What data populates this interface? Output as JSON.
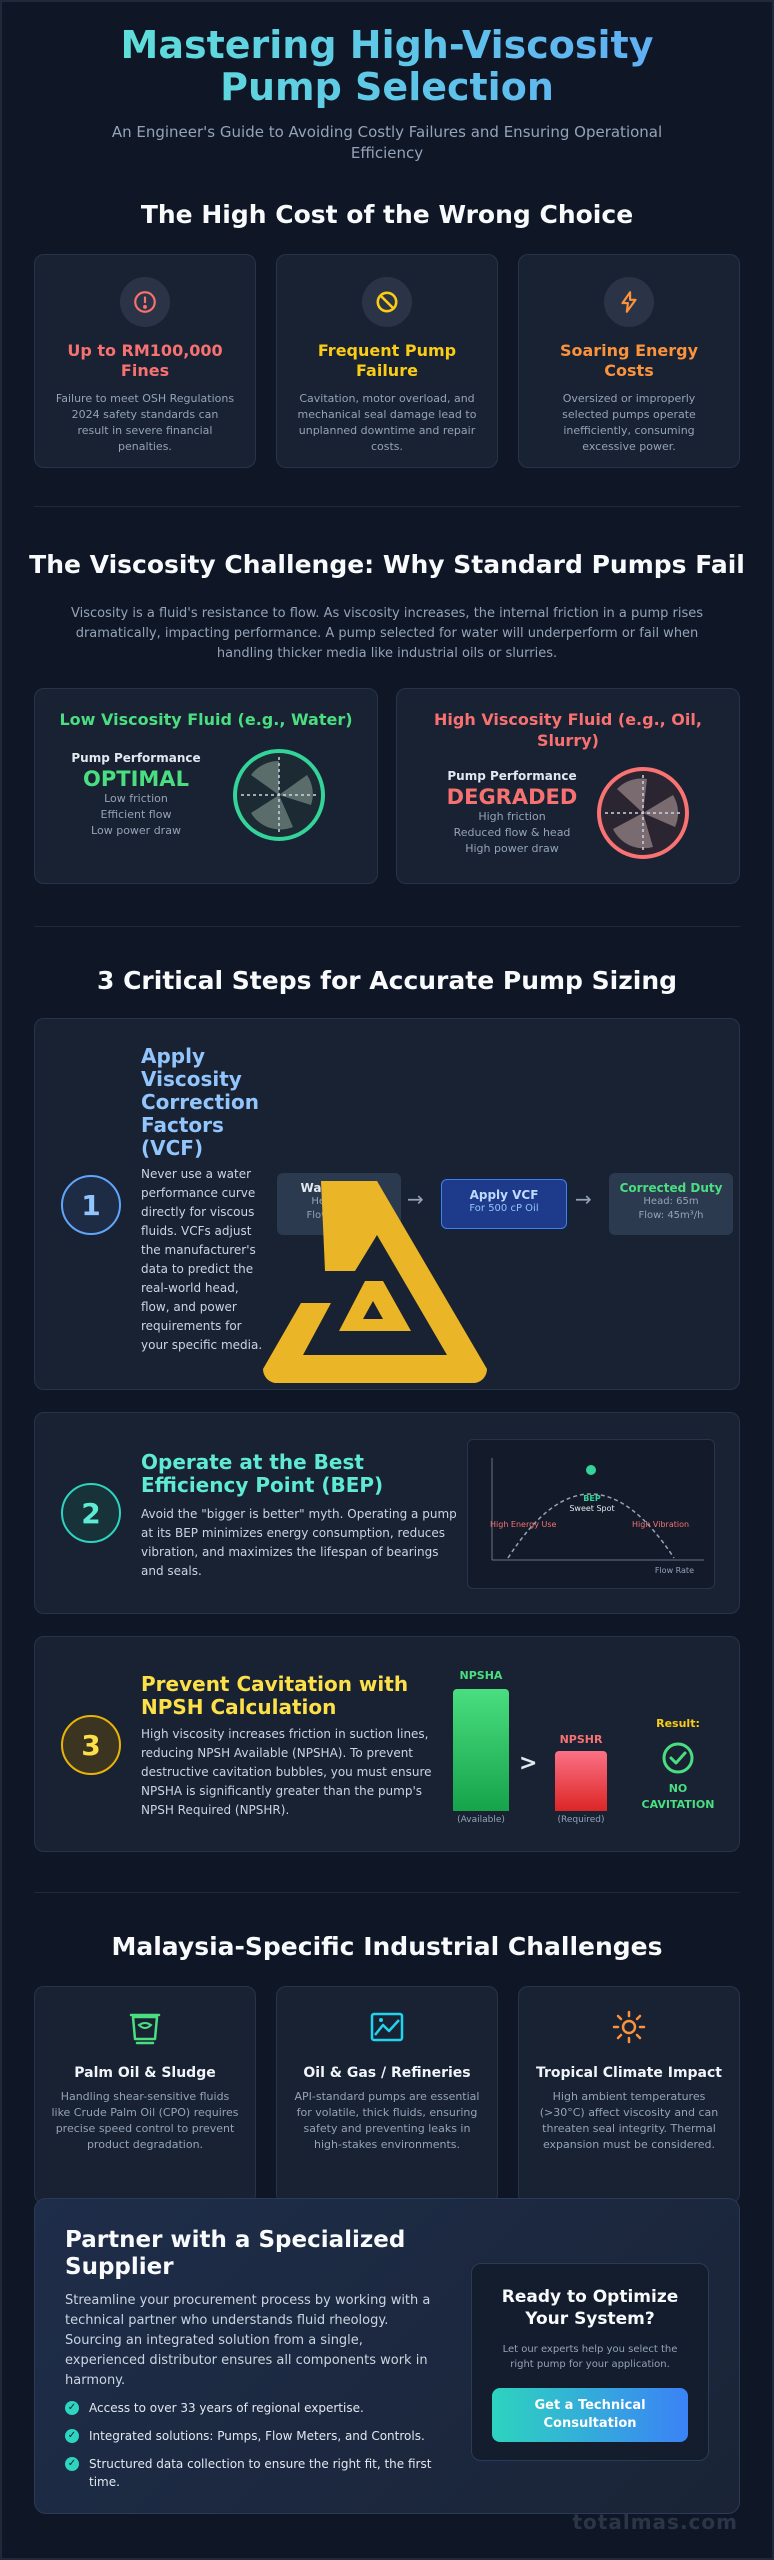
{
  "header": {
    "title": "Mastering High-Viscosity Pump Selection",
    "subtitle": "An Engineer's Guide to Avoiding Costly Failures and Ensuring Operational Efficiency"
  },
  "cost_section": {
    "title": "The High Cost of the Wrong Choice",
    "cards": [
      {
        "title": "Up to RM100,000 Fines",
        "desc": "Failure to meet OSH Regulations 2024 safety standards can result in severe financial penalties.",
        "icon": "alert-circle-icon",
        "color": "#f87171"
      },
      {
        "title": "Frequent Pump Failure",
        "desc": "Cavitation, motor overload, and mechanical seal damage lead to unplanned downtime and repair costs.",
        "icon": "ban-icon",
        "color": "#facc15"
      },
      {
        "title": "Soaring Energy Costs",
        "desc": "Oversized or improperly selected pumps operate inefficiently, consuming excessive power.",
        "icon": "lightning-icon",
        "color": "#fb923c"
      }
    ]
  },
  "viscosity_section": {
    "title": "The Viscosity Challenge: Why Standard Pumps Fail",
    "intro": "Viscosity is a fluid's resistance to flow. As viscosity increases, the internal friction in a pump rises dramatically, impacting performance. A pump selected for water will underperform or fail when handling thicker media like industrial oils or slurries.",
    "low": {
      "title": "Low Viscosity Fluid (e.g., Water)",
      "label": "Pump Performance",
      "state": "OPTIMAL",
      "lines": [
        "Low friction",
        "Efficient flow",
        "Low power draw"
      ],
      "color": "#4ade80"
    },
    "high": {
      "title": "High Viscosity Fluid (e.g., Oil, Slurry)",
      "label": "Pump Performance",
      "state": "DEGRADED",
      "lines": [
        "High friction",
        "Reduced flow & head",
        "High power draw"
      ],
      "color": "#f87171"
    }
  },
  "steps_section": {
    "title": "3 Critical Steps for Accurate Pump Sizing",
    "steps": [
      {
        "num": "1",
        "title": "Apply Viscosity Correction Factors (VCF)",
        "desc": "Never use a water performance curve directly for viscous fluids. VCFs adjust the manufacturer's data to predict the real-world head, flow, and power requirements for your specific media.",
        "color": "#93c5fd",
        "flow": {
          "water": {
            "title": "Water Duty",
            "line1": "Head: 60m",
            "line2": "Flow: 50m³/h"
          },
          "vcf": {
            "title": "Apply VCF",
            "line1": "For 500 cP Oil"
          },
          "corrected": {
            "title": "Corrected Duty",
            "line1": "Head: 65m",
            "line2": "Flow: 45m³/h"
          },
          "arrow": "→"
        }
      },
      {
        "num": "2",
        "title": "Operate at the Best Efficiency Point (BEP)",
        "desc": "Avoid the \"bigger is better\" myth. Operating a pump at its BEP minimizes energy consumption, reduces vibration, and maximizes the lifespan of bearings and seals.",
        "color": "#5eead4",
        "chart": {
          "left": "High Energy Use",
          "bep": "BEP",
          "sweet": "Sweet Spot",
          "right": "High Vibration",
          "axis": "Flow Rate"
        }
      },
      {
        "num": "3",
        "title": "Prevent Cavitation with NPSH Calculation",
        "desc": "High viscosity increases friction in suction lines, reducing NPSH Available (NPSHA). To prevent destructive cavitation bubbles, you must ensure NPSHA is significantly greater than the pump's NPSH Required (NPSHR).",
        "color": "#fde047",
        "npsh": {
          "a_label": "NPSHA",
          "a_sub": "(Available)",
          "r_label": "NPSHR",
          "r_sub": "(Required)",
          "op": ">",
          "result_label": "Result:",
          "result": "NO CAVITATION",
          "a_level": 0.85,
          "r_level": 0.42
        }
      }
    ]
  },
  "malaysia_section": {
    "title": "Malaysia-Specific Industrial Challenges",
    "cards": [
      {
        "title": "Palm Oil & Sludge",
        "desc": "Handling shear-sensitive fluids like Crude Palm Oil (CPO) requires precise speed control to prevent product degradation.",
        "color": "#4ade80"
      },
      {
        "title": "Oil & Gas / Refineries",
        "desc": "API-standard pumps are essential for volatile, thick fluids, ensuring safety and preventing leaks in high-stakes environments.",
        "color": "#22d3ee"
      },
      {
        "title": "Tropical Climate Impact",
        "desc": "High ambient temperatures (>30°C) affect viscosity and can threaten seal integrity. Thermal expansion must be considered.",
        "color": "#fb923c"
      }
    ]
  },
  "partner": {
    "title": "Partner with a Specialized Supplier",
    "desc": "Streamline your procurement process by working with a technical partner who understands fluid rheology. Sourcing an integrated solution from a single, experienced distributor ensures all components work in harmony.",
    "bullets": [
      "Access to over 33 years of regional expertise.",
      "Integrated solutions: Pumps, Flow Meters, and Controls.",
      "Structured data collection to ensure the right fit, the first time."
    ],
    "cta_title": "Ready to Optimize Your System?",
    "cta_desc": "Let our experts help you select the right pump for your application.",
    "cta_button": "Get a Technical Consultation"
  },
  "watermark": "totalmas.com"
}
